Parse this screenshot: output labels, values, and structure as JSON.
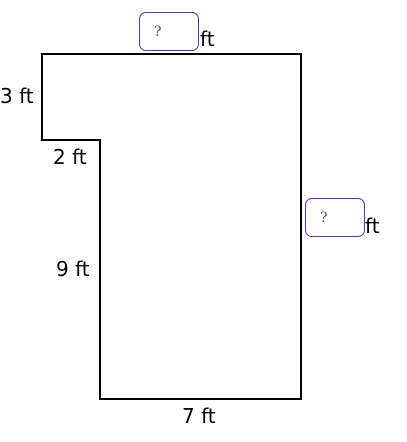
{
  "shape": {
    "stroke_color": "#000000",
    "box_border_color": "#6a2bb5"
  },
  "labels": {
    "left_top": "3 ft",
    "notch": "2 ft",
    "left_lower": "9 ft",
    "bottom": "7 ft"
  },
  "answers": {
    "top": {
      "placeholder": "?",
      "value": "",
      "unit": "ft"
    },
    "right": {
      "placeholder": "?",
      "value": "",
      "unit": "ft"
    }
  }
}
